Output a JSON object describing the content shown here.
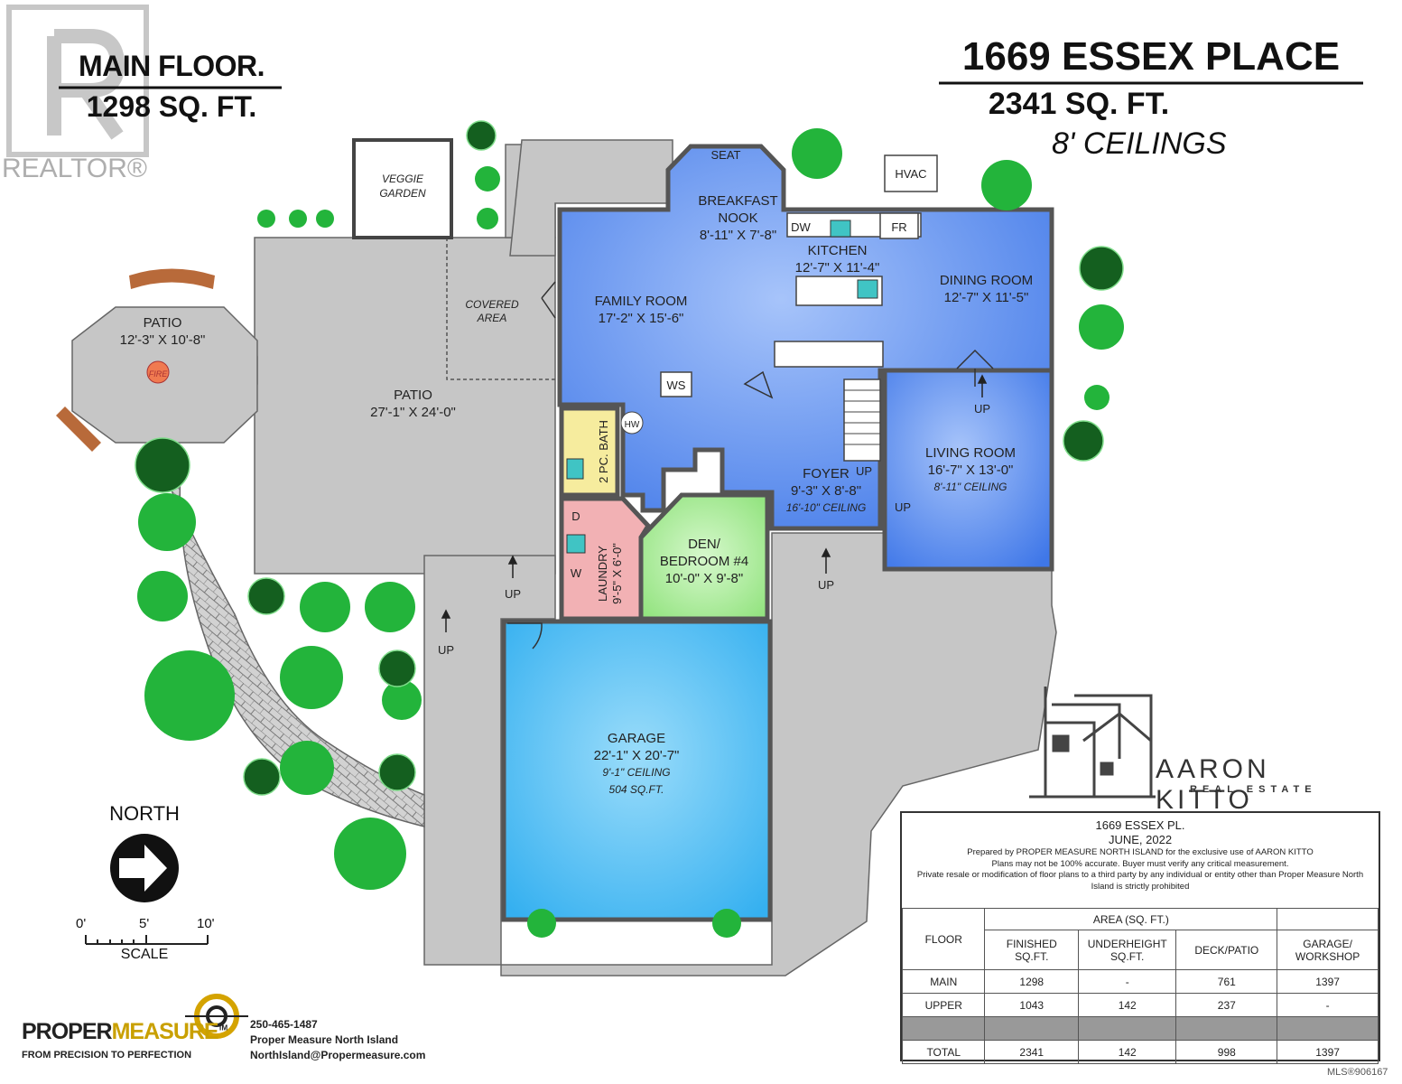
{
  "header": {
    "floor_label": "MAIN FLOOR.",
    "floor_area": "1298 SQ. FT.",
    "address": "1669 ESSEX PLACE",
    "total_area": "2341 SQ. FT.",
    "ceilings": "8' CEILINGS"
  },
  "watermark": "REALTOR®",
  "rooms": {
    "veggie": [
      "VEGGIE",
      "GARDEN"
    ],
    "seat": "SEAT",
    "hvac": "HVAC",
    "breakfast": {
      "name1": "BREAKFAST",
      "name2": "NOOK",
      "dim": "8'-11\" X 7'-8\""
    },
    "kitchen": {
      "name": "KITCHEN",
      "dim": "12'-7\" X 11'-4\""
    },
    "dw": "DW",
    "fr": "FR",
    "dining": {
      "name": "DINING ROOM",
      "dim": "12'-7\" X 11'-5\""
    },
    "family": {
      "name": "FAMILY ROOM",
      "dim": "17'-2\" X 15'-6\""
    },
    "covered": [
      "COVERED",
      "AREA"
    ],
    "patio_small": {
      "name": "PATIO",
      "dim": "12'-3\" X 10'-8\"",
      "fire": "FIRE"
    },
    "patio_large": {
      "name": "PATIO",
      "dim": "27'-1\" X 24'-0\""
    },
    "ws": "WS",
    "hw": "HW",
    "bath": "2 PC. BATH",
    "foyer": {
      "name": "FOYER",
      "dim": "9'-3\" X 8'-8\"",
      "sub": "16'-10\" CEILING"
    },
    "living": {
      "name": "LIVING ROOM",
      "dim": "16'-7\" X 13'-0\"",
      "sub": "8'-11\" CEILING"
    },
    "laundry": {
      "name": "LAUNDRY",
      "dim": "9'-5\" X 6'-0\""
    },
    "d": "D",
    "w": "W",
    "den": {
      "name1": "DEN/",
      "name2": "BEDROOM #4",
      "dim": "10'-0\" X 9'-8\""
    },
    "garage": {
      "name": "GARAGE",
      "dim": "22'-1\" X 20'-7\"",
      "sub1": "9'-1\" CEILING",
      "sub2": "504 SQ.FT."
    },
    "up": "UP"
  },
  "north": "NORTH",
  "scale": {
    "ticks": [
      "0'",
      "5'",
      "10'"
    ],
    "label": "SCALE"
  },
  "agent": {
    "name": "AARON KITTO",
    "sub": "REAL ESTATE"
  },
  "info": {
    "title": "1669 ESSEX PL.",
    "date": "JUNE, 2022",
    "notes": [
      "Prepared by PROPER MEASURE NORTH ISLAND for the exclusive use of AARON KITTO",
      "Plans may not be 100% accurate.  Buyer must verify any critical measurement.",
      "Private resale  or modification of floor plans to a third party by any individual or entity other than Proper Measure North",
      "Island is strictly prohibited"
    ],
    "area_header": "AREA (SQ. FT.)",
    "col_floor": "FLOOR",
    "col_finished": [
      "FINISHED",
      "SQ.FT."
    ],
    "col_under": [
      "UNDERHEIGHT",
      "SQ.FT."
    ],
    "col_deck": "DECK/PATIO",
    "col_garage": [
      "GARAGE/",
      "WORKSHOP"
    ],
    "rows": [
      [
        "MAIN",
        "1298",
        "-",
        "761",
        "1397"
      ],
      [
        "UPPER",
        "1043",
        "142",
        "237",
        "-"
      ],
      [
        "",
        "",
        "",
        "",
        ""
      ],
      [
        "TOTAL",
        "2341",
        "142",
        "998",
        "1397"
      ]
    ]
  },
  "logo": {
    "brand1": "PROPER",
    "brand2": "MEASURE",
    "tm": "TM",
    "tagline": "FROM PRECISION TO PERFECTION",
    "phone": "250-465-1487",
    "company": "Proper Measure North Island",
    "email": "NorthIsland@Propermeasure.com"
  },
  "mls": "MLS®906167",
  "colors": {
    "blue": "#4f86ee",
    "blue_light": "#8fb4f7",
    "garage": "#59c3f5",
    "den": "#a6ee96",
    "laundry": "#f2b1b4",
    "bath": "#f6ec9e",
    "paving": "#c6c6c6",
    "tree": "#22b33a"
  }
}
